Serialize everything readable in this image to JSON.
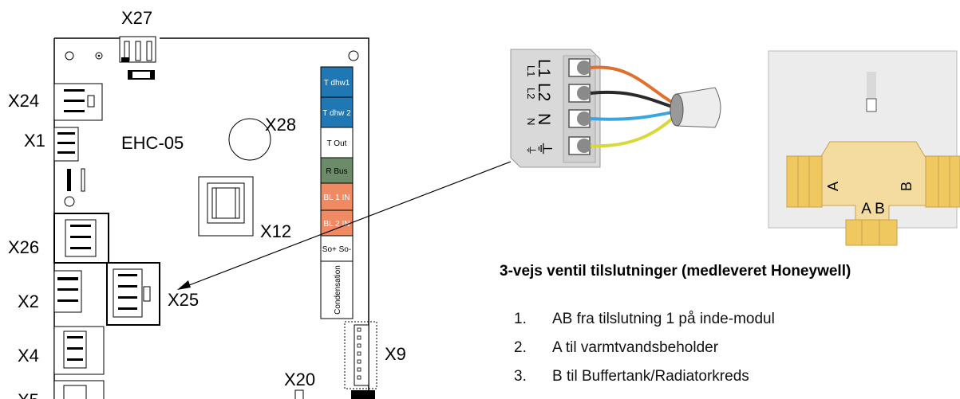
{
  "pcb": {
    "board_name": "EHC-05",
    "connectors": {
      "x27": "X27",
      "x24": "X24",
      "x1": "X1",
      "x28": "X28",
      "x12": "X12",
      "x26": "X26",
      "x2": "X2",
      "x25": "X25",
      "x4": "X4",
      "x5": "X5",
      "x9": "X9",
      "x20": "X20"
    },
    "terminals": {
      "t_dhw1": "T dhw1",
      "t_dhw2": "T dhw 2",
      "t_out": "T Out",
      "r_bus": "R Bus",
      "bl1_in": "BL 1 IN",
      "bl2_in": "BL 2 IN",
      "so": "So+ So-",
      "condensation": "Condensation"
    }
  },
  "wiring": {
    "terminal_small": [
      "L1",
      "L2",
      "N",
      "⏚"
    ],
    "terminal_large": [
      "L1",
      "L2",
      "N",
      "⏚"
    ]
  },
  "valve": {
    "port_a": "A",
    "port_b": "B",
    "port_ab": "A B"
  },
  "instructions": {
    "heading": "3-vejs ventil tilslutninger (medleveret Honeywell)",
    "steps": [
      {
        "num": "1.",
        "text": "AB fra tilslutning 1 på inde-modul"
      },
      {
        "num": "2.",
        "text": "A til varmtvandsbeholder"
      },
      {
        "num": "3.",
        "text": "B til Buffertank/Radiatorkreds"
      }
    ]
  },
  "colors": {
    "blue_terminal": "#1f78b4",
    "green_terminal": "#6c8c69",
    "orange_terminal": "#ef8a62",
    "wire_brown": "#e0702c",
    "wire_black": "#2a2a2a",
    "wire_blue": "#3aa6e0",
    "wire_yellow": "#d8d83a",
    "valve_body": "#f4dca0"
  }
}
